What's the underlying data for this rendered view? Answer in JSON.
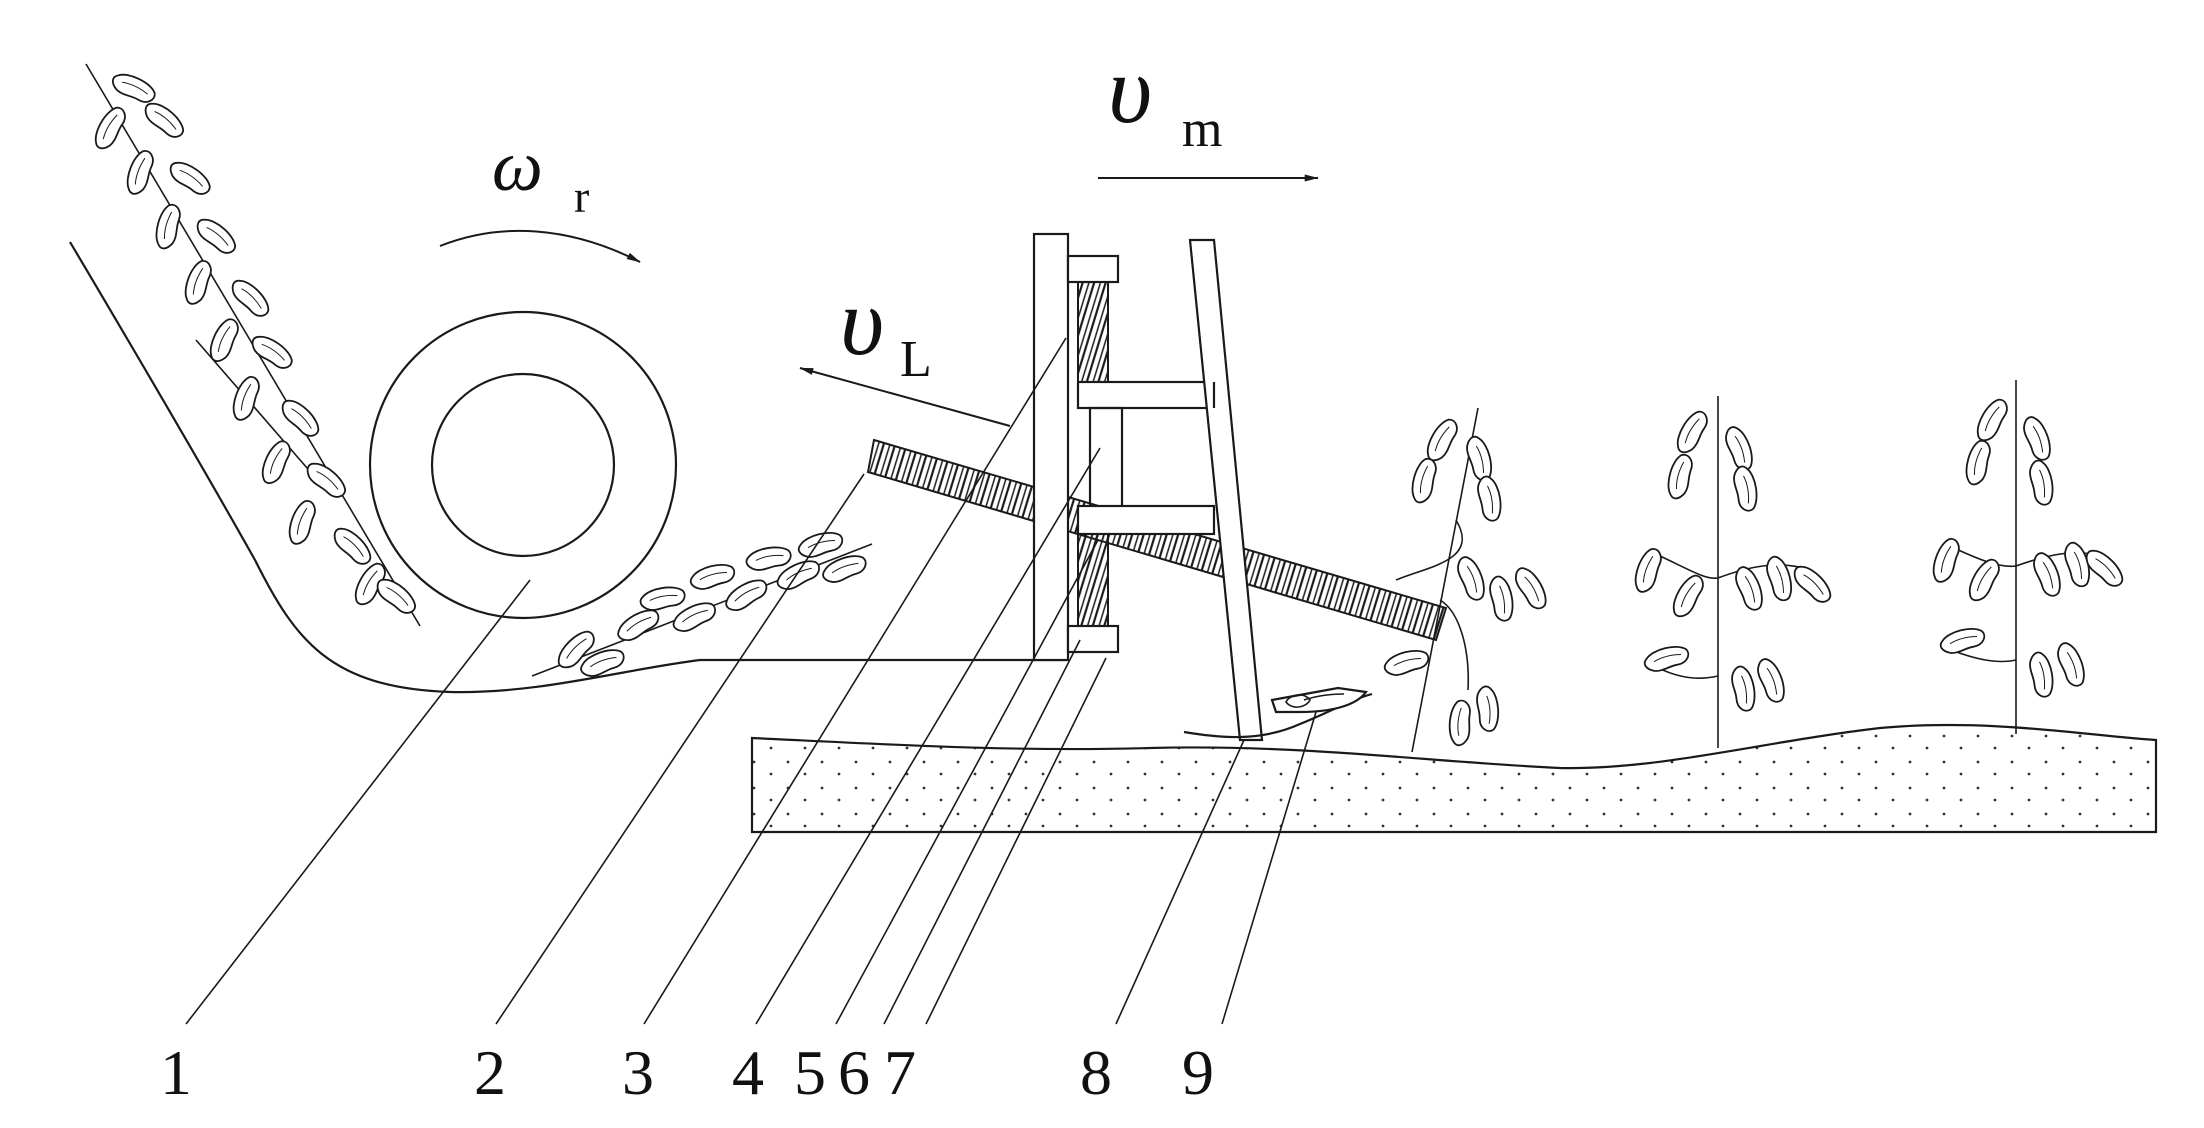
{
  "symbols": {
    "roller_speed": {
      "base": "ω",
      "sub": "r"
    },
    "machine_speed": {
      "base": "υ",
      "sub": "m"
    },
    "belt_speed": {
      "base": "υ",
      "sub": "L"
    }
  },
  "callouts": [
    "1",
    "2",
    "3",
    "4",
    "5",
    "6",
    "7",
    "8",
    "9"
  ],
  "colors": {
    "ink": "#1a1a1a",
    "background": "#ffffff"
  }
}
